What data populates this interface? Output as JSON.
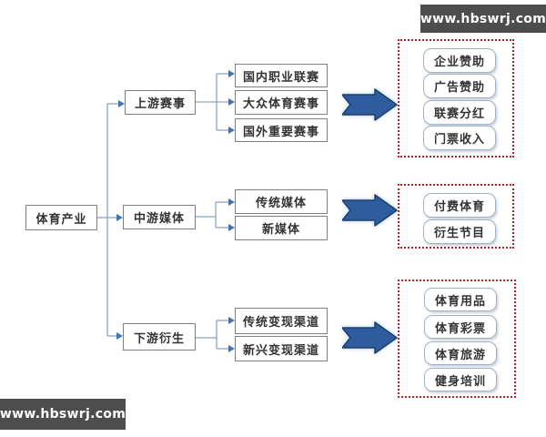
{
  "watermarks": {
    "top_right": "www.hbswrj.com",
    "bottom_left": "www.hbswrj.com"
  },
  "diagram": {
    "root": "体育产业",
    "branches": [
      {
        "label": "上游赛事",
        "children": [
          "国内职业联赛",
          "大众体育赛事",
          "国外重要赛事"
        ],
        "outputs": [
          "企业赞助",
          "广告赞助",
          "联赛分红",
          "门票收入"
        ]
      },
      {
        "label": "中游媒体",
        "children": [
          "传统媒体",
          "新媒体"
        ],
        "outputs": [
          "付费体育",
          "衍生节目"
        ]
      },
      {
        "label": "下游衍生",
        "children": [
          "传统变现渠道",
          "新兴变现渠道"
        ],
        "outputs": [
          "体育用品",
          "体育彩票",
          "体育旅游",
          "健身培训"
        ]
      }
    ],
    "colors": {
      "arrow_fill": "#2e5c9e",
      "arrow_stroke": "#1e3f6e",
      "dotted_border": "#b22222",
      "connector_line": "#8aa4bf",
      "connector_arrowhead": "#3f74b8",
      "box_border": "#7f7f7f",
      "pill_border": "#9fb2c8",
      "watermark_bg": "#4d4d4d",
      "watermark_text": "#ffffff"
    }
  }
}
